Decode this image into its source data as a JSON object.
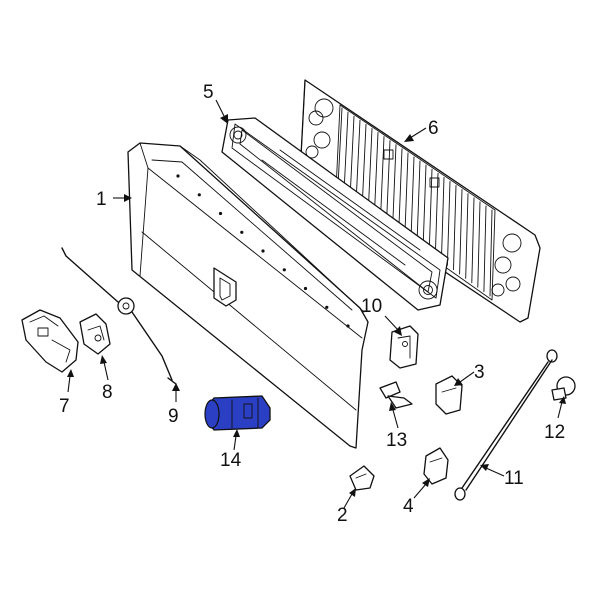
{
  "callouts": [
    "1",
    "2",
    "3",
    "4",
    "5",
    "6",
    "7",
    "8",
    "9",
    "10",
    "11",
    "12",
    "13",
    "14"
  ],
  "highlight_color": "#2b3fc4",
  "line_color": "#111111",
  "background_color": "#ffffff"
}
